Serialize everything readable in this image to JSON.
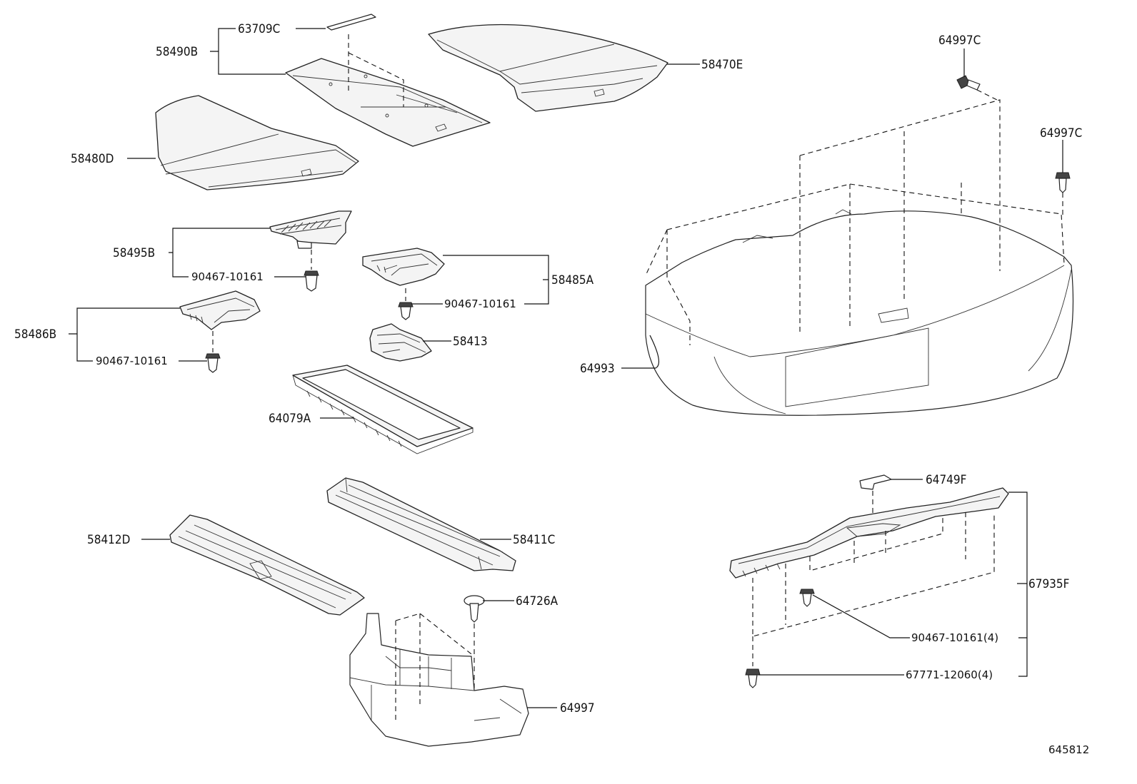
{
  "diagram_id": "645812",
  "parts": {
    "p63709c": "63709C",
    "p58490b": "58490B",
    "p58470e": "58470E",
    "p58480d": "58480D",
    "p64997c_top": "64997C",
    "p64997c_right": "64997C",
    "p58495b": "58495B",
    "p90467_a": "90467-10161",
    "p58485a": "58485A",
    "p90467_b": "90467-10161",
    "p58486b": "58486B",
    "p90467_c": "90467-10161",
    "p58413": "58413",
    "p64993": "64993",
    "p64079a": "64079A",
    "p64749f": "64749F",
    "p58412d": "58412D",
    "p58411c": "58411C",
    "p64726a": "64726A",
    "p67935f": "67935F",
    "p90467_4": "90467-10161(4)",
    "p67771_4": "67771-12060(4)",
    "p64997": "64997"
  }
}
